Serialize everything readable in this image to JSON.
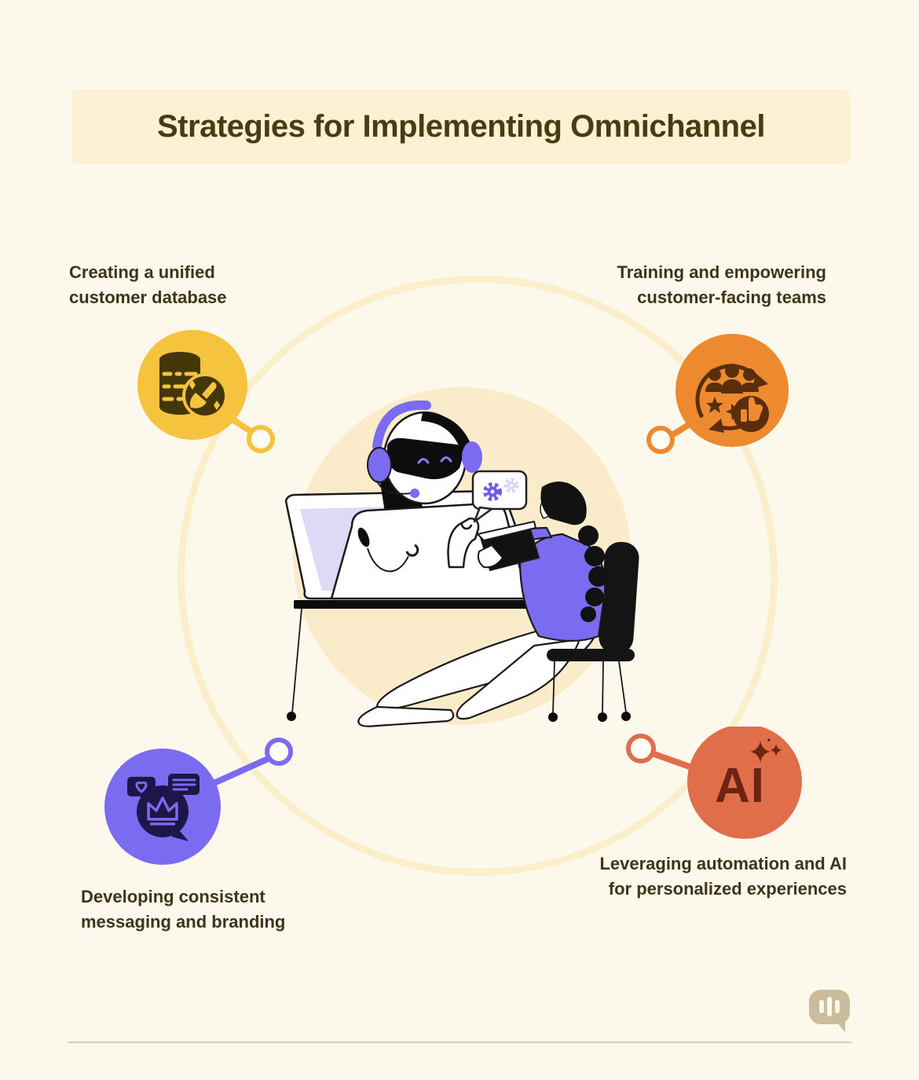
{
  "page": {
    "background_color": "#fcf8ec",
    "ring_color": "#faeecb"
  },
  "header": {
    "title": "Strategies for Implementing Omnichannel",
    "banner_color": "#fcf2d3",
    "title_color": "#4c3a12"
  },
  "strategies": [
    {
      "id": "unified-database",
      "position": "top-left",
      "label_lines": [
        "Creating a unified",
        "customer database"
      ],
      "color": "#f5c33e",
      "icon": "database-cleanup-icon",
      "icon_color": "#443608"
    },
    {
      "id": "training-teams",
      "position": "top-right",
      "label_lines": [
        "Training and empowering",
        "customer-facing teams"
      ],
      "color": "#ed8a30",
      "icon": "team-feedback-icon",
      "icon_color": "#5a2e0d"
    },
    {
      "id": "consistent-messaging",
      "position": "bottom-left",
      "label_lines": [
        "Developing consistent",
        "messaging and branding"
      ],
      "color": "#7a6bf0",
      "icon": "brand-messaging-icon",
      "icon_color": "#1e1549"
    },
    {
      "id": "automation-ai",
      "position": "bottom-right",
      "label_lines": [
        "Leveraging automation and AI",
        "for personalized experiences"
      ],
      "color": "#e06e4a",
      "icon": "ai-sparkle-icon",
      "icon_color": "#6e2413",
      "icon_text": "AI"
    }
  ],
  "illustration": {
    "icon": "robot-video-call-with-customer-illustration",
    "backdrop_color": "#faeccb",
    "accent_purple": "#7a6bf0",
    "screen_color": "#ded9f6"
  },
  "footer": {
    "logo_icon": "speech-bubble-logo",
    "logo_color": "#cbbd9c",
    "divider_color": "#d9ccab"
  }
}
